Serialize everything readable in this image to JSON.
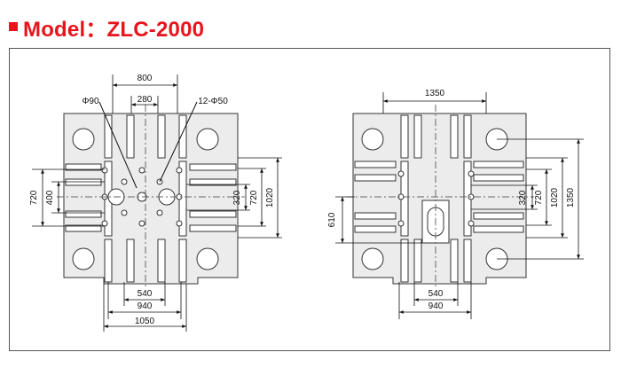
{
  "header": {
    "title": "Model：ZLC-2000",
    "accent_color": "#e8141c"
  },
  "left_platen": {
    "top_dims": [
      "800",
      "280"
    ],
    "hole_labels": [
      "Φ90",
      "12-Φ50"
    ],
    "left_dims": [
      "720",
      "400"
    ],
    "right_dims": [
      "320",
      "720",
      "1020"
    ],
    "bottom_dims": [
      "540",
      "940",
      "1050"
    ]
  },
  "right_platen": {
    "top_dims": [
      "1350"
    ],
    "left_dims": [
      "610"
    ],
    "right_dims": [
      "320",
      "720",
      "1020",
      "1350"
    ],
    "bottom_dims": [
      "540",
      "940"
    ]
  }
}
